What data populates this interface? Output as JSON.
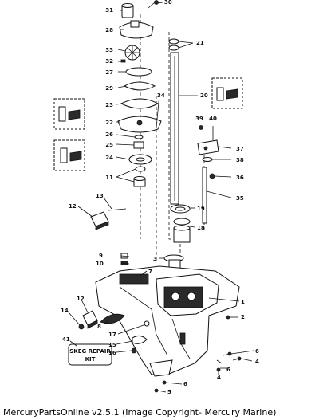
{
  "caption": "MercuryPartsOnline v2.5.1 (Image Copyright- Mercury Marine)",
  "kit_box": {
    "line1": "SKEG REPAIR",
    "line2": "KIT"
  },
  "callouts": {
    "c30": "30",
    "c31": "31",
    "c28": "28",
    "c21": "21",
    "c33": "33",
    "c32": "32",
    "c27": "27",
    "c29": "29",
    "c34": "34",
    "c20": "20",
    "c23": "23",
    "c22": "22",
    "c39": "39",
    "c40": "40",
    "c26": "26",
    "c25": "25",
    "c37": "37",
    "c24": "24",
    "c38": "38",
    "c11": "11",
    "c36": "36",
    "c13": "13",
    "c35": "35",
    "c12": "12",
    "c19": "19",
    "c18": "18",
    "c9": "9",
    "c3": "3",
    "c10": "10",
    "c7": "7",
    "c1": "1",
    "c14": "14",
    "c12b": "12",
    "c8": "8",
    "c2": "2",
    "c17": "17",
    "c41": "41",
    "c15": "15",
    "c16": "16",
    "c6a": "6",
    "c4a": "4",
    "c6b": "6",
    "c4b": "4",
    "c6c": "6",
    "c5": "5"
  }
}
